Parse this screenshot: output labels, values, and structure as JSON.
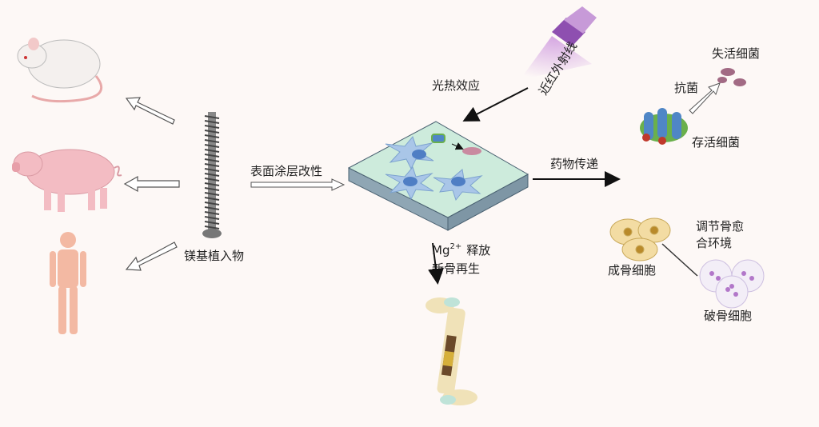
{
  "labels": {
    "implant": "镁基植入物",
    "coating": "表面涂层改性",
    "photothermal": "光热效应",
    "nir": "近红外射线",
    "drug": "药物传递",
    "antibacterial": "抗菌",
    "dead_bacteria": "失活细菌",
    "live_bacteria": "存活细菌",
    "mg": "Mg",
    "mg_sup": "2+",
    "release": "释放",
    "bone_regen": "新骨再生",
    "regulate_1": "调节骨愈",
    "regulate_2": "合环境",
    "osteoblast": "成骨细胞",
    "osteoclast": "破骨细胞"
  },
  "colors": {
    "slab_top": "#cdebdc",
    "slab_side": "#8fa6b4",
    "cell": "#a9c6e8",
    "bacteria": "#4f86c6",
    "laser": "#b25fd0"
  }
}
